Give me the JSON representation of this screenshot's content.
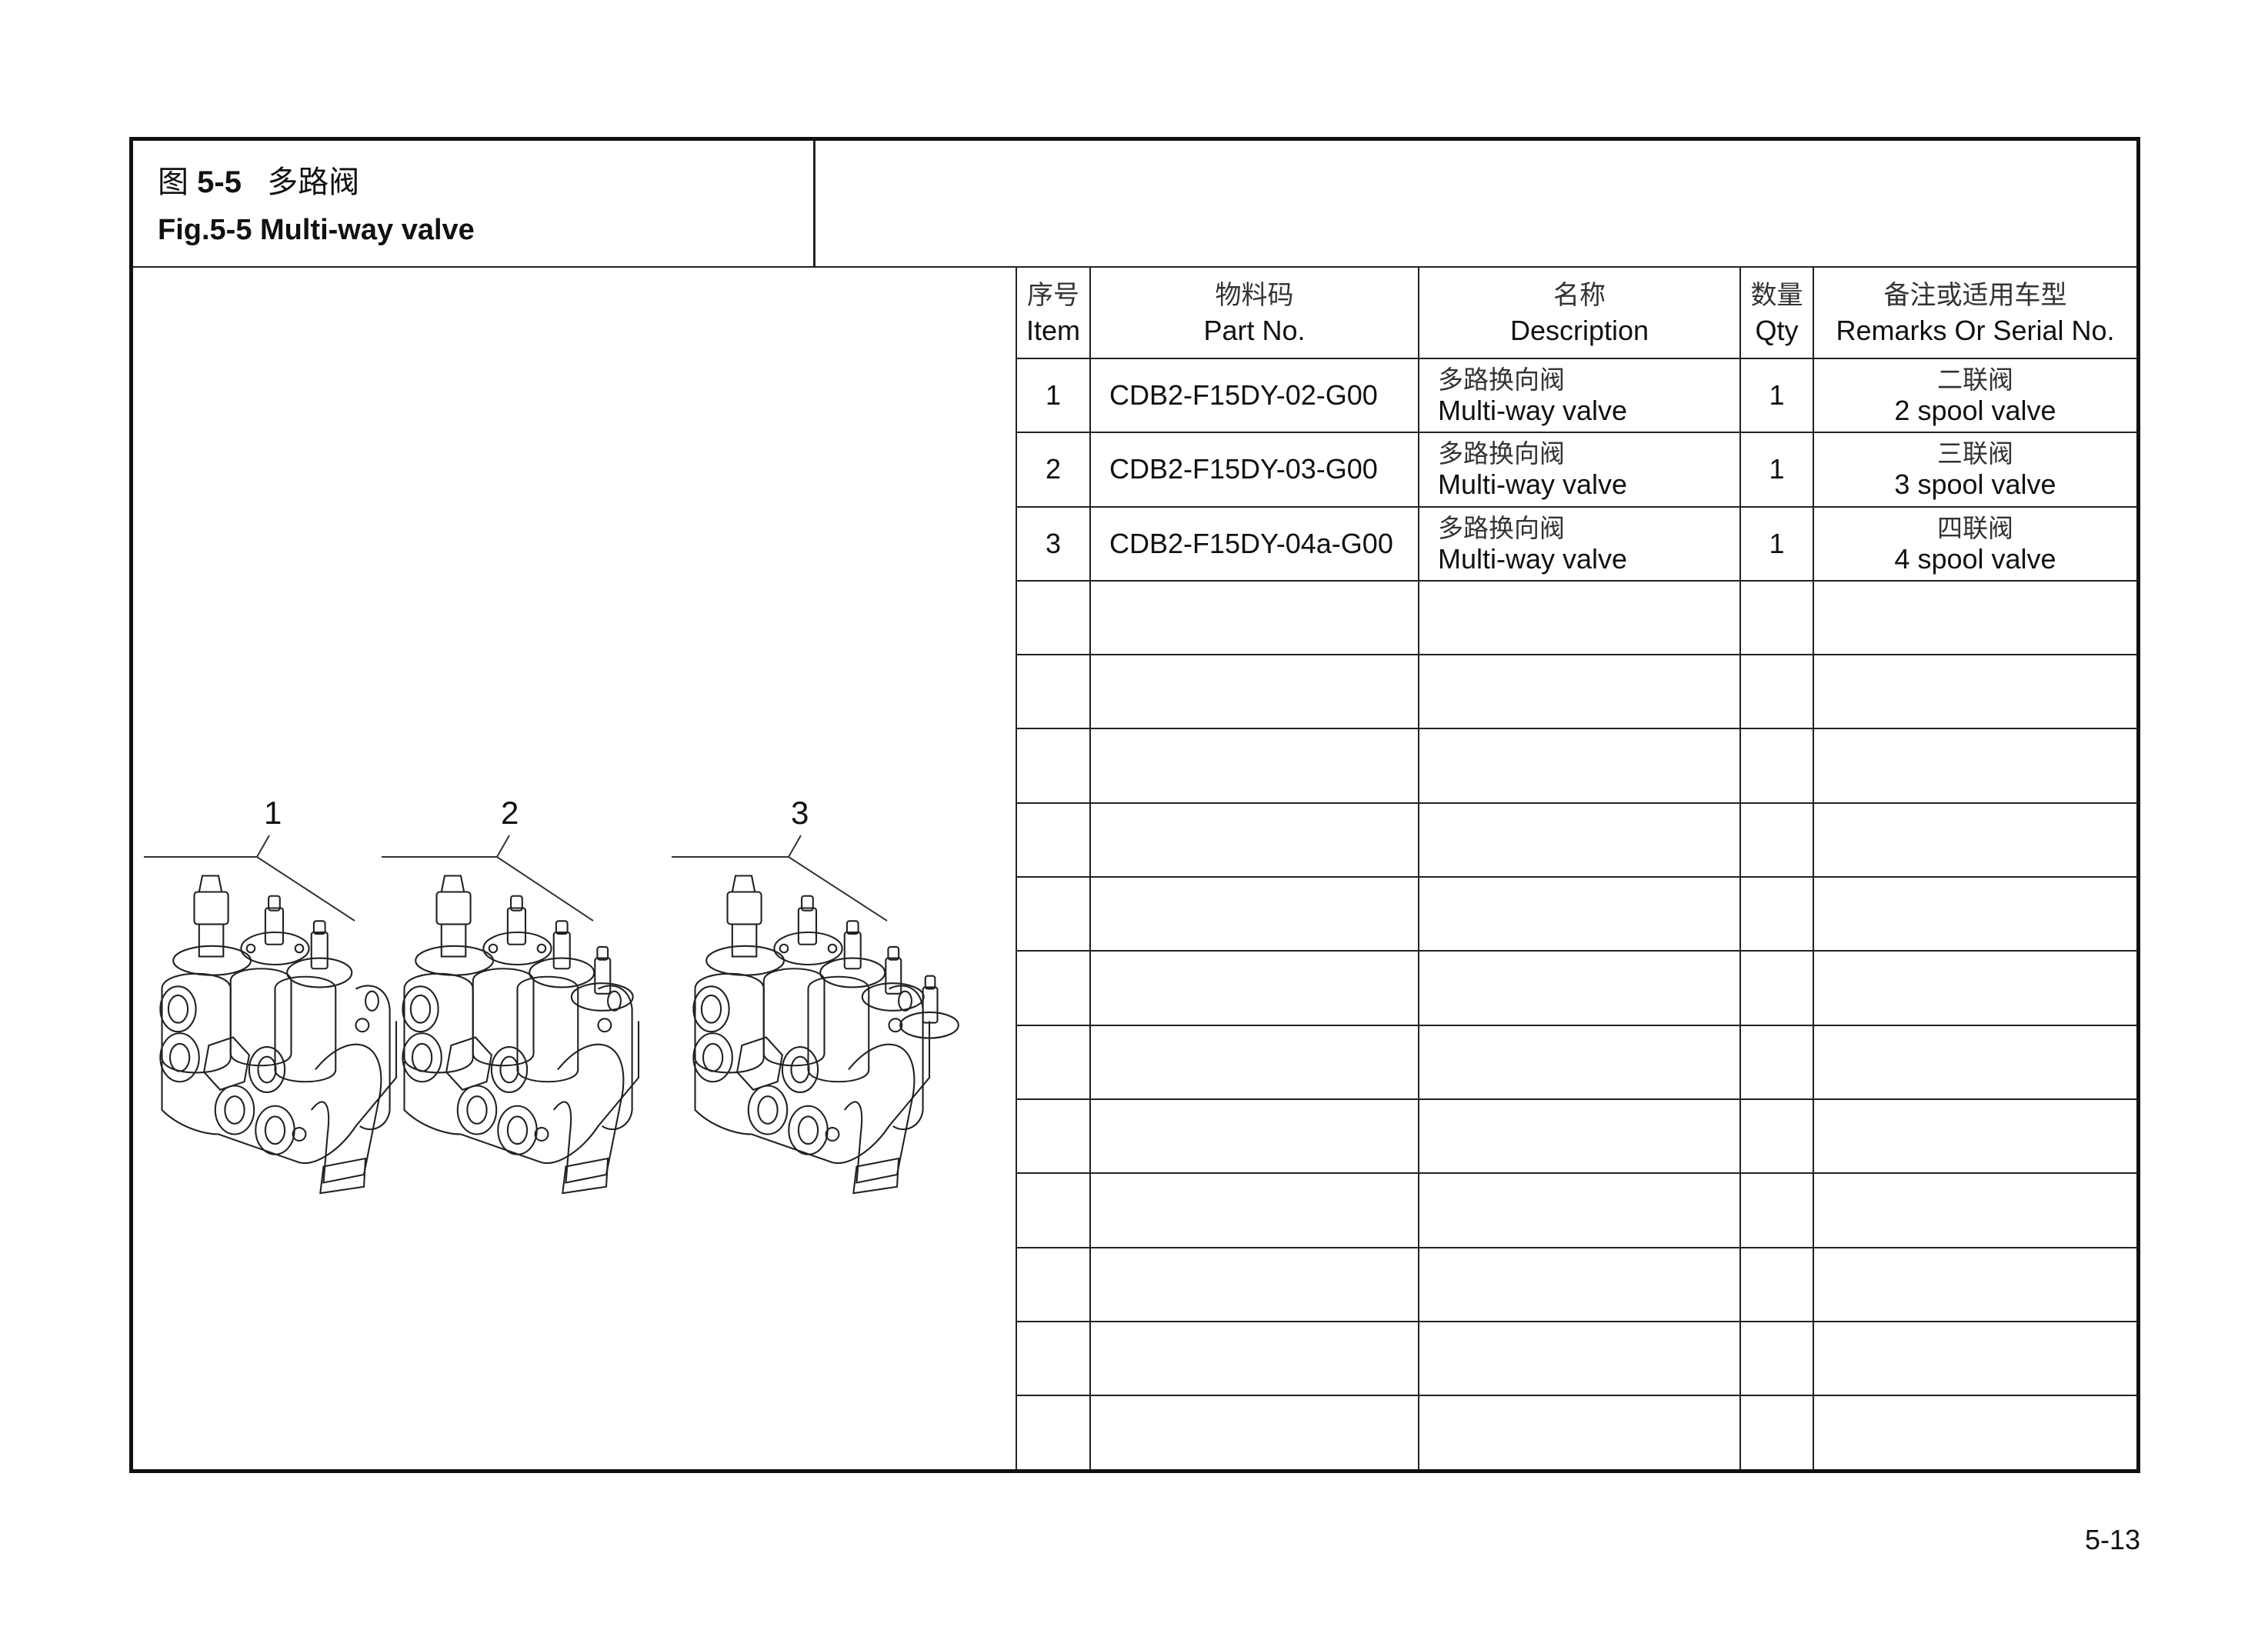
{
  "header": {
    "title_cn_prefix": "图 ",
    "figure_number": "5-5",
    "title_cn_name": "   多路阀",
    "title_en": "Fig.5-5 Multi-way valve"
  },
  "drawing": {
    "callouts": [
      {
        "label": "1"
      },
      {
        "label": "2"
      },
      {
        "label": "3"
      }
    ]
  },
  "table": {
    "columns": [
      {
        "cn": "序号",
        "en": "Item"
      },
      {
        "cn": "物料码",
        "en": "Part No."
      },
      {
        "cn": "名称",
        "en": "Description"
      },
      {
        "cn": "数量",
        "en": "Qty"
      },
      {
        "cn": "备注或适用车型",
        "en": "Remarks Or Serial No."
      }
    ],
    "rows": [
      {
        "item": "1",
        "part_no": "CDB2-F15DY-02-G00",
        "desc_cn": "多路换向阀",
        "desc_en": "Multi-way valve",
        "qty": "1",
        "remarks_cn": "二联阀",
        "remarks_en": "2 spool valve"
      },
      {
        "item": "2",
        "part_no": "CDB2-F15DY-03-G00",
        "desc_cn": "多路换向阀",
        "desc_en": "Multi-way valve",
        "qty": "1",
        "remarks_cn": "三联阀",
        "remarks_en": "3 spool valve"
      },
      {
        "item": "3",
        "part_no": "CDB2-F15DY-04a-G00",
        "desc_cn": "多路换向阀",
        "desc_en": "Multi-way valve",
        "qty": "1",
        "remarks_cn": "四联阀",
        "remarks_en": "4 spool valve"
      }
    ],
    "empty_row_count": 12
  },
  "footer": {
    "page_number": "5-13"
  }
}
